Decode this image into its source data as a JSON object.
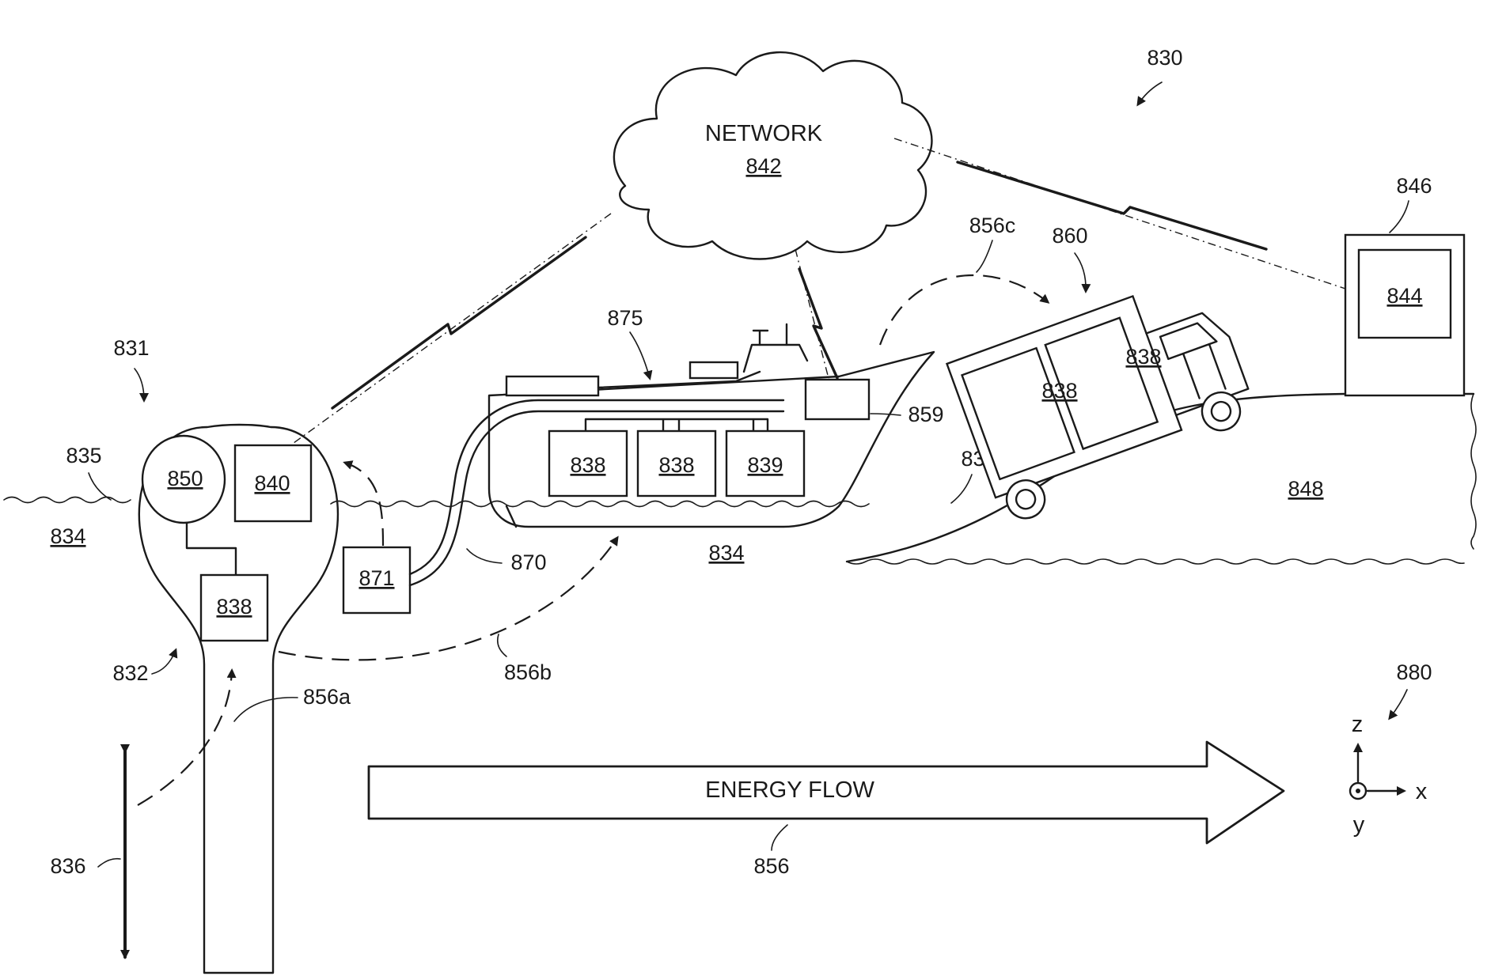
{
  "labels": {
    "system": "830",
    "buoy_system": "831",
    "buoy_neck": "832",
    "water_surface_ship": "833",
    "water_body_left": "834",
    "water_body_ship": "834",
    "water_surface_left": "835",
    "heave_motion": "836",
    "network_title": "NETWORK",
    "network_ref": "842",
    "station": "846",
    "station_box": "844",
    "land": "848",
    "buoy_battery": "838",
    "generator": "850",
    "buoy_controller": "840",
    "connector": "871",
    "cable": "870",
    "ship": "875",
    "ship_controller": "859",
    "ship_battery_1": "838",
    "ship_battery_2": "838",
    "ship_battery_3": "839",
    "truck": "860",
    "truck_battery_1": "838",
    "truck_battery_2": "838",
    "flow_a": "856a",
    "flow_b": "856b",
    "flow_c": "856c",
    "energy_flow_text": "ENERGY FLOW",
    "energy_flow_ref": "856",
    "axes_ref": "880",
    "axis_z": "z",
    "axis_x": "x",
    "axis_y": "y"
  }
}
